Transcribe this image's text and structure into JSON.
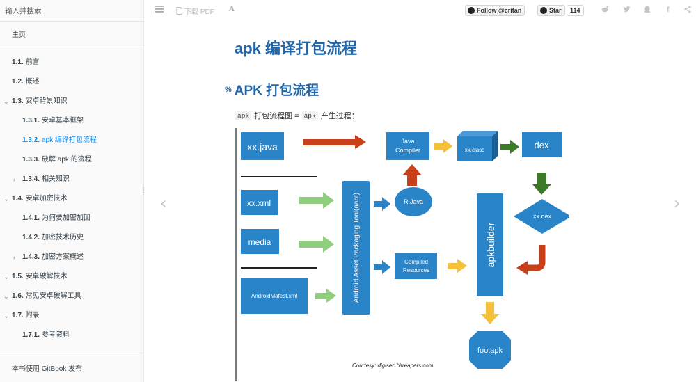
{
  "sidebar": {
    "search_placeholder": "输入并搜索",
    "home_label": "主页",
    "items": [
      {
        "num": "1.1.",
        "label": "前言",
        "level": 1,
        "expand": false,
        "active": false
      },
      {
        "num": "1.2.",
        "label": "概述",
        "level": 1,
        "expand": false,
        "active": false
      },
      {
        "num": "1.3.",
        "label": "安卓背景知识",
        "level": 1,
        "expand": true,
        "active": false
      },
      {
        "num": "1.3.1.",
        "label": "安卓基本框架",
        "level": 2,
        "expand": false,
        "active": false
      },
      {
        "num": "1.3.2.",
        "label": "apk 编译打包流程",
        "level": 2,
        "expand": false,
        "active": true
      },
      {
        "num": "1.3.3.",
        "label": "破解 apk 的流程",
        "level": 2,
        "expand": false,
        "active": false
      },
      {
        "num": "1.3.4.",
        "label": "相关知识",
        "level": 2,
        "expand": "collapsed",
        "active": false
      },
      {
        "num": "1.4.",
        "label": "安卓加密技术",
        "level": 1,
        "expand": true,
        "active": false
      },
      {
        "num": "1.4.1.",
        "label": "为何要加密加固",
        "level": 2,
        "expand": false,
        "active": false
      },
      {
        "num": "1.4.2.",
        "label": "加密技术历史",
        "level": 2,
        "expand": false,
        "active": false
      },
      {
        "num": "1.4.3.",
        "label": "加密方案概述",
        "level": 2,
        "expand": "collapsed",
        "active": false
      },
      {
        "num": "1.5.",
        "label": "安卓破解技术",
        "level": 1,
        "expand": true,
        "active": false
      },
      {
        "num": "1.6.",
        "label": "常见安卓破解工具",
        "level": 1,
        "expand": true,
        "active": false
      },
      {
        "num": "1.7.",
        "label": "附录",
        "level": 1,
        "expand": true,
        "active": false
      },
      {
        "num": "1.7.1.",
        "label": "参考资料",
        "level": 2,
        "expand": false,
        "active": false
      }
    ],
    "footer_label": "本书使用 GitBook 发布"
  },
  "header": {
    "menu_icon": "hamburger-icon",
    "download_label": "下载 PDF",
    "font_icon": "font-settings-icon",
    "follow_label": "Follow @crifan",
    "star_label": "Star",
    "star_count": "114",
    "share_icons": [
      "weibo-icon",
      "twitter-icon",
      "qq-icon",
      "facebook-icon",
      "share-icon"
    ]
  },
  "page": {
    "title": "apk 编译打包流程",
    "section_heading": "APK 打包流程",
    "para_code1": "apk",
    "para_text1": "打包流程图 = ",
    "para_code2": "apk",
    "para_text2": "产生过程："
  },
  "diagram": {
    "inputs": [
      "xx.java",
      "xx.xml",
      "media",
      "AndroidMafest.xml"
    ],
    "aapt": "Android Asset Packaging Tool(aapt)",
    "java_compiler": [
      "Java",
      "Compiler"
    ],
    "class_file": "xx.class",
    "dex": "dex",
    "rjava": "R.Java",
    "compiled_resources": [
      "Compiled",
      "Resources"
    ],
    "xxdex": "xx.dex",
    "apkbuilder": "apkbuilder",
    "output": "foo.apk",
    "credit": "Courtesy: digisec.bitreapers.com"
  },
  "colors": {
    "accent": "#2166a8",
    "link_active": "#008cff",
    "box_blue": "#2a84c8",
    "arrow_red": "#c8401a",
    "arrow_green": "#8fce7d",
    "arrow_yellow": "#f5c03a",
    "arrow_dark_green": "#3d7a2a"
  }
}
